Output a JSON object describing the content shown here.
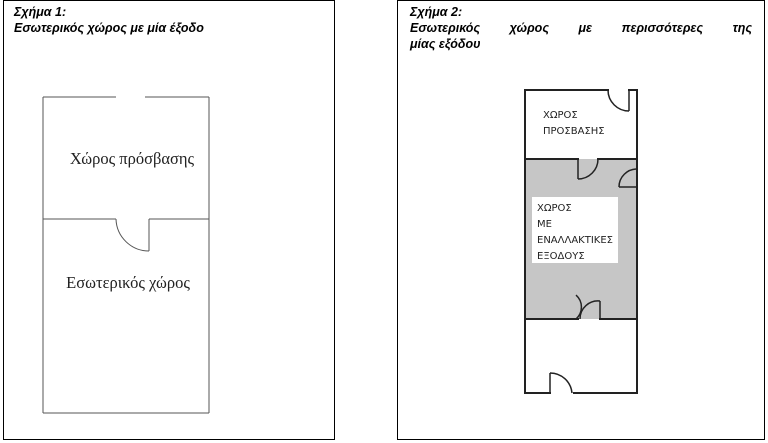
{
  "figure1": {
    "title": "Σχήμα 1:",
    "subtitle": "Εσωτερικός χώρος με μία έξοδο",
    "access_label": "Χώρος πρόσβασης",
    "interior_label": "Εσωτερικός χώρος"
  },
  "figure2": {
    "title": "Σχήμα 2:",
    "subtitle_line1": "Εσωτερικός χώρος με περισσότερες της",
    "subtitle_line2": "μίας εξόδου",
    "access_label_line1": "ΧΩΡΟΣ",
    "access_label_line2": "ΠΡΟΣΒΑΣΗΣ",
    "interior_label_line1": "ΧΩΡΟΣ",
    "interior_label_line2": "ΜΕ",
    "interior_label_line3": "ΕΝΑΛΛΑΚΤΙΚΕΣ",
    "interior_label_line4": "ΕΞΟΔΟΥΣ",
    "colors": {
      "interior_fill": "#c6c6c6",
      "label_box": "#ffffff"
    }
  }
}
